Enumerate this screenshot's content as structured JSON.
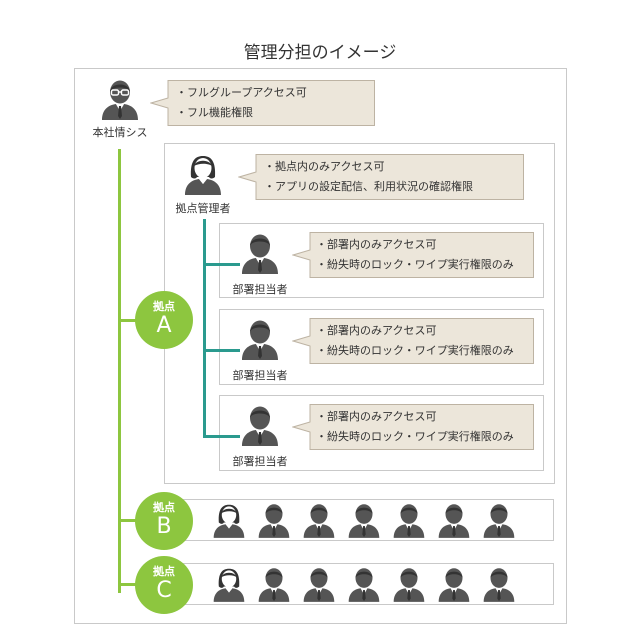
{
  "title": "管理分担のイメージ",
  "colors": {
    "green": "#8dc63f",
    "teal": "#2a9a8e",
    "bubble": "#ece6da",
    "bubble_border": "#bdb3a3",
    "icon": "#555555",
    "frame": "#c9c9c9"
  },
  "hq": {
    "label": "本社情シス",
    "icon": "person-glasses-icon",
    "points": [
      "・フルグループアクセス可",
      "・フル機能権限"
    ]
  },
  "site_manager": {
    "label": "拠点管理者",
    "icon": "person-female-icon",
    "points": [
      "・拠点内のみアクセス可",
      "・アプリの設定配信、利用状況の確認権限"
    ]
  },
  "departments": [
    {
      "label": "部署担当者",
      "icon": "person-male-icon",
      "points": [
        "・部署内のみアクセス可",
        "・紛失時のロック・ワイプ実行権限のみ"
      ]
    },
    {
      "label": "部署担当者",
      "icon": "person-male-icon",
      "points": [
        "・部署内のみアクセス可",
        "・紛失時のロック・ワイプ実行権限のみ"
      ]
    },
    {
      "label": "部署担当者",
      "icon": "person-male-icon",
      "points": [
        "・部署内のみアクセス可",
        "・紛失時のロック・ワイプ実行権限のみ"
      ]
    }
  ],
  "sites": [
    {
      "prefix": "拠点",
      "letter": "A"
    },
    {
      "prefix": "拠点",
      "letter": "B",
      "members": [
        "female",
        "male",
        "male",
        "male",
        "male",
        "male",
        "male"
      ]
    },
    {
      "prefix": "拠点",
      "letter": "C",
      "members": [
        "female",
        "male",
        "male",
        "male",
        "male",
        "male",
        "male"
      ]
    }
  ]
}
